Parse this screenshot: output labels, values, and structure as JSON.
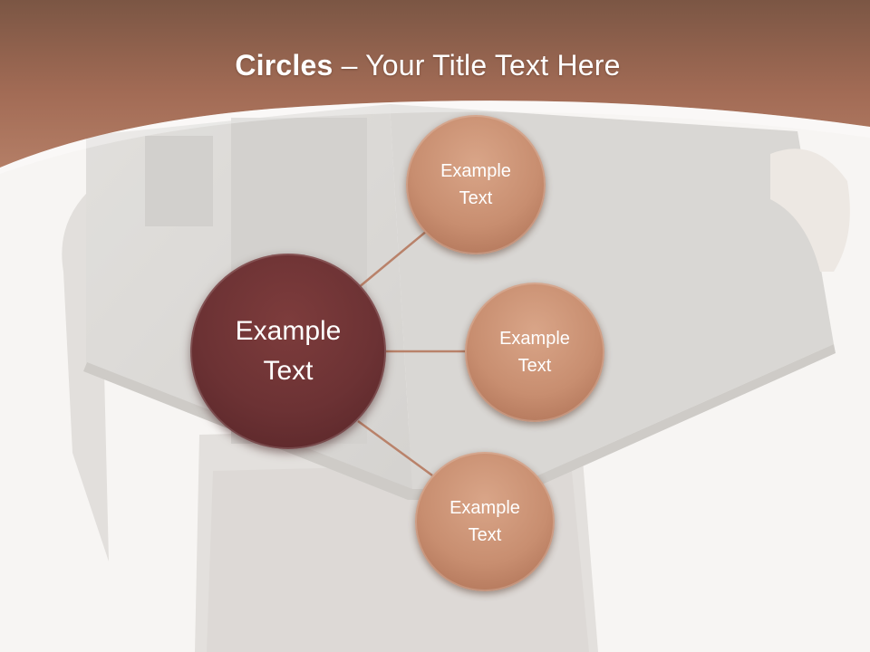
{
  "slide": {
    "title_bold": "Circles",
    "title_rest": " – Your Title Text Here"
  },
  "diagram": {
    "center": {
      "label": "Example Text"
    },
    "satellites": [
      {
        "label": "Example Text"
      },
      {
        "label": "Example Text"
      },
      {
        "label": "Example Text"
      }
    ]
  },
  "colors": {
    "header_brown": "#9d6650",
    "center_circle": "#6c3234",
    "satellite_circle": "#c88e70",
    "connector": "#b9826a"
  }
}
